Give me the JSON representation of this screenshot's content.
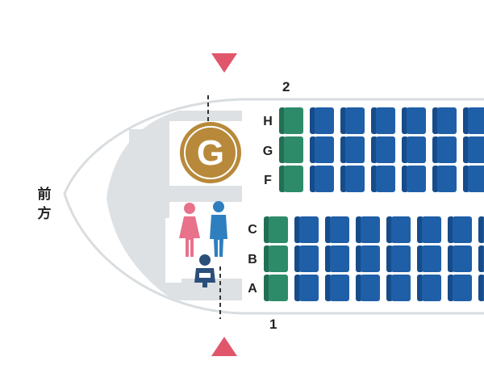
{
  "colors": {
    "fuselage_fill": "#ffffff",
    "fuselage_outline": "#d9dde0",
    "galley_fill": "#dde1e4",
    "seat_standard": "#1f5fa8",
    "seat_standard_dark": "#174c8a",
    "seat_first_row": "#2e8b6a",
    "seat_first_row_dark": "#236f54",
    "galley_icon": "#b8893a",
    "exit_arrow": "#e0566b",
    "restroom_female": "#e8728a",
    "restroom_male": "#2e7fc0",
    "baby": "#2a4f7a",
    "text": "#222222"
  },
  "direction": {
    "front_label_1": "前",
    "front_label_2": "方"
  },
  "galley": {
    "letter": "G",
    "icon": "galley-icon"
  },
  "upper_block": {
    "row_number": "2",
    "letters": [
      "H",
      "G",
      "F"
    ]
  },
  "lower_block": {
    "row_number": "1",
    "letters": [
      "C",
      "B",
      "A"
    ]
  },
  "icons": {
    "exit_top": "exit-arrow-down-icon",
    "exit_bottom": "exit-arrow-up-icon",
    "restroom": "restroom-icon",
    "baby_changing": "baby-changing-icon"
  }
}
